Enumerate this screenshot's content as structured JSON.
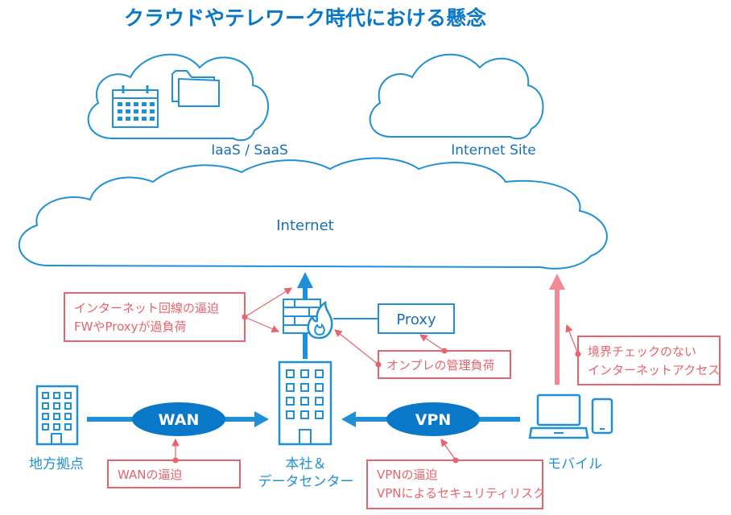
{
  "title": "クラウドやテレワーク時代における懸念",
  "clouds": {
    "iaas_saas": "IaaS / SaaS",
    "internet_site": "Internet Site",
    "internet": "Internet"
  },
  "nodes": {
    "proxy": "Proxy",
    "wan": "WAN",
    "vpn": "VPN",
    "branch": "地方拠点",
    "hq_line1": "本社＆",
    "hq_line2": "データセンター",
    "mobile": "モバイル"
  },
  "callouts": {
    "internet_line_1": "インターネット回線の逼迫",
    "internet_line_2": "FWやProxyが過負荷",
    "onprem": "オンプレの管理負荷",
    "perimeter_1": "境界チェックのない",
    "perimeter_2": "インターネットアクセス",
    "wan_tight": "WANの逼迫",
    "vpn_1": "VPNの逼迫",
    "vpn_2": "VPNによるセキュリティリスク"
  },
  "colors": {
    "blue": "#1f8fd6",
    "dark_blue": "#0a78c8",
    "red": "#e8636c",
    "pink_arrow": "#f08a94"
  }
}
